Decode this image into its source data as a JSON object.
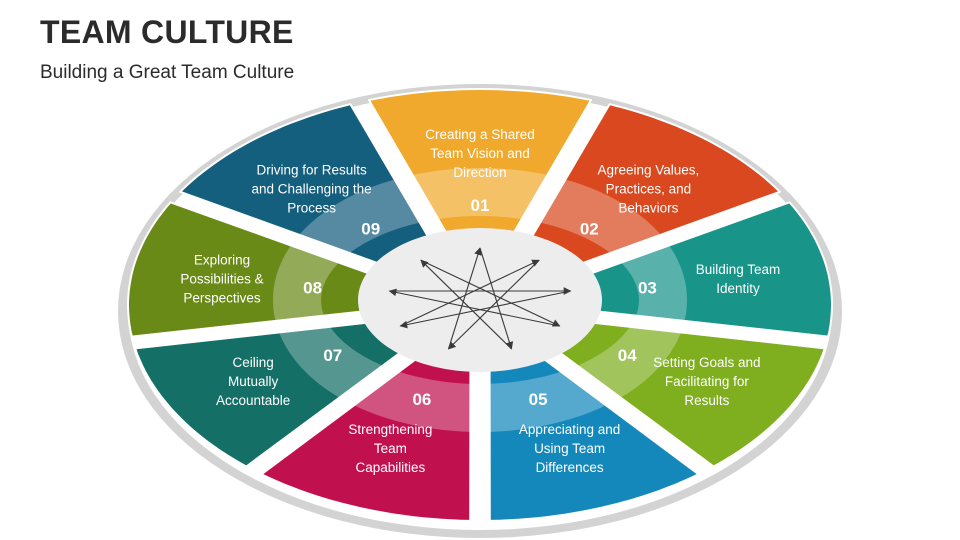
{
  "header": {
    "title": "TEAM CULTURE",
    "subtitle": "Building a Great Team Culture"
  },
  "segments": [
    {
      "number": "01",
      "lines": [
        "Creating a Shared",
        "Team Vision and",
        "Direction"
      ],
      "color": "#F0A92C"
    },
    {
      "number": "02",
      "lines": [
        "Agreeing Values,",
        "Practices, and",
        "Behaviors"
      ],
      "color": "#D9481F"
    },
    {
      "number": "03",
      "lines": [
        "Building Team",
        "Identity"
      ],
      "color": "#189489"
    },
    {
      "number": "04",
      "lines": [
        "Setting Goals and",
        "Facilitating for",
        "Results"
      ],
      "color": "#7FAE1E"
    },
    {
      "number": "05",
      "lines": [
        "Appreciating and",
        "Using Team",
        "Differences"
      ],
      "color": "#1588BB"
    },
    {
      "number": "06",
      "lines": [
        "Strengthening",
        "Team",
        "Capabilities"
      ],
      "color": "#C0114E"
    },
    {
      "number": "07",
      "lines": [
        "Ceiling",
        "Mutually",
        "Accountable"
      ],
      "color": "#146F66"
    },
    {
      "number": "08",
      "lines": [
        "Exploring",
        "Possibilities &",
        "Perspectives"
      ],
      "color": "#6A8A18"
    },
    {
      "number": "09",
      "lines": [
        "Driving for Results",
        "and Challenging the",
        "Process"
      ],
      "color": "#145E7E"
    }
  ],
  "colors": {
    "ring": "#D3D3D3",
    "center": "#EDEDED",
    "connector": "#3A3A3A"
  }
}
